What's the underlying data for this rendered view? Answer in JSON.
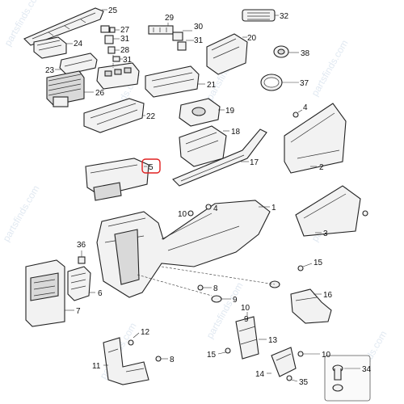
{
  "diagram": {
    "watermark": "partsfinds.com",
    "highlighted_callout": "5",
    "highlight_color": "#e02020",
    "callouts": [
      {
        "id": "c25",
        "label": "25"
      },
      {
        "id": "c29",
        "label": "29"
      },
      {
        "id": "c32",
        "label": "32"
      },
      {
        "id": "c27",
        "label": "27"
      },
      {
        "id": "c30",
        "label": "30"
      },
      {
        "id": "c20",
        "label": "20"
      },
      {
        "id": "c24",
        "label": "24"
      },
      {
        "id": "c31a",
        "label": "31"
      },
      {
        "id": "c31b",
        "label": "31"
      },
      {
        "id": "c28",
        "label": "28"
      },
      {
        "id": "c38",
        "label": "38"
      },
      {
        "id": "c31c",
        "label": "31"
      },
      {
        "id": "c23",
        "label": "23"
      },
      {
        "id": "c21",
        "label": "21"
      },
      {
        "id": "c37",
        "label": "37"
      },
      {
        "id": "c26",
        "label": "26"
      },
      {
        "id": "c19",
        "label": "19"
      },
      {
        "id": "c4",
        "label": "4"
      },
      {
        "id": "c22",
        "label": "22"
      },
      {
        "id": "c18",
        "label": "18"
      },
      {
        "id": "c5",
        "label": "5"
      },
      {
        "id": "c17",
        "label": "17"
      },
      {
        "id": "c2",
        "label": "2"
      },
      {
        "id": "c1",
        "label": "1"
      },
      {
        "id": "c10",
        "label": "10"
      },
      {
        "id": "c4b",
        "label": "4"
      },
      {
        "id": "c3",
        "label": "3"
      },
      {
        "id": "c36",
        "label": "36"
      },
      {
        "id": "c15a",
        "label": "15"
      },
      {
        "id": "c6",
        "label": "6"
      },
      {
        "id": "c8a",
        "label": "8"
      },
      {
        "id": "c9a",
        "label": "9"
      },
      {
        "id": "c16",
        "label": "16"
      },
      {
        "id": "c9b",
        "label": "9"
      },
      {
        "id": "c7",
        "label": "7"
      },
      {
        "id": "c10b",
        "label": "10"
      },
      {
        "id": "c13",
        "label": "13"
      },
      {
        "id": "c12",
        "label": "12"
      },
      {
        "id": "c15b",
        "label": "15"
      },
      {
        "id": "c10c",
        "label": "10"
      },
      {
        "id": "c8b",
        "label": "8"
      },
      {
        "id": "c11",
        "label": "11"
      },
      {
        "id": "c14",
        "label": "14"
      },
      {
        "id": "c35",
        "label": "35"
      },
      {
        "id": "c34",
        "label": "34"
      }
    ]
  }
}
